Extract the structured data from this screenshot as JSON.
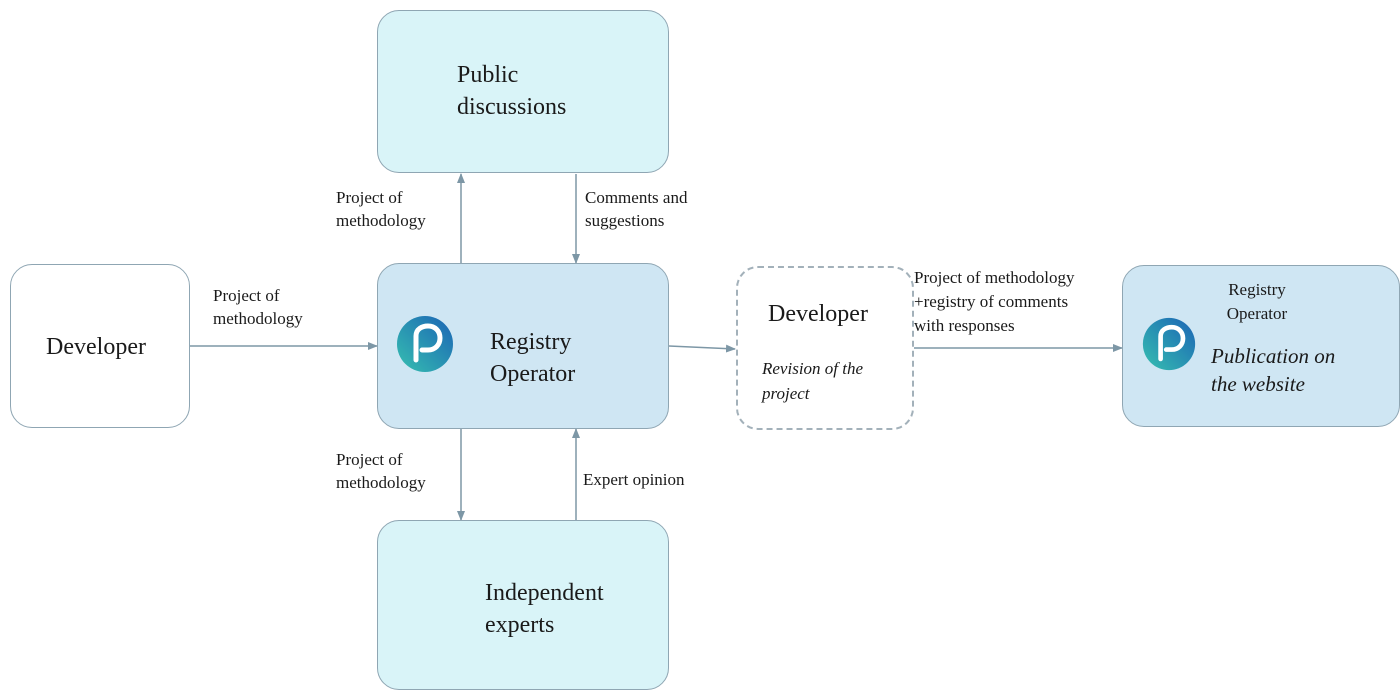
{
  "nodes": {
    "public_discussions": {
      "line1": "Public",
      "line2": "discussions"
    },
    "developer_left": {
      "label": "Developer"
    },
    "registry_operator": {
      "line1": "Registry",
      "line2": "Operator"
    },
    "independent_experts": {
      "line1": "Independent",
      "line2": "experts"
    },
    "developer_revision": {
      "title": "Developer",
      "sub1": "Revision of the",
      "sub2": "project"
    },
    "registry_publication": {
      "title1": "Registry",
      "title2": "Operator",
      "sub1": "Publication on",
      "sub2": "the website"
    }
  },
  "edges": {
    "to_public": {
      "line1": "Project of",
      "line2": "methodology"
    },
    "from_public": {
      "line1": "Comments and",
      "line2": "suggestions"
    },
    "dev_to_operator": {
      "line1": "Project of",
      "line2": "methodology"
    },
    "to_experts": {
      "line1": "Project of",
      "line2": "methodology"
    },
    "from_experts": {
      "label": "Expert opinion"
    },
    "to_publication": {
      "line1": "Project of methodology",
      "line2": "+registry of comments",
      "line3": "with responses"
    }
  },
  "colors": {
    "cyan_fill": "#d9f4f8",
    "blue_fill": "#cfe6f3",
    "border": "#8fa6b3",
    "arrow": "#7d97a6",
    "logo_dark": "#1b63b5",
    "logo_light": "#36c0b0"
  }
}
